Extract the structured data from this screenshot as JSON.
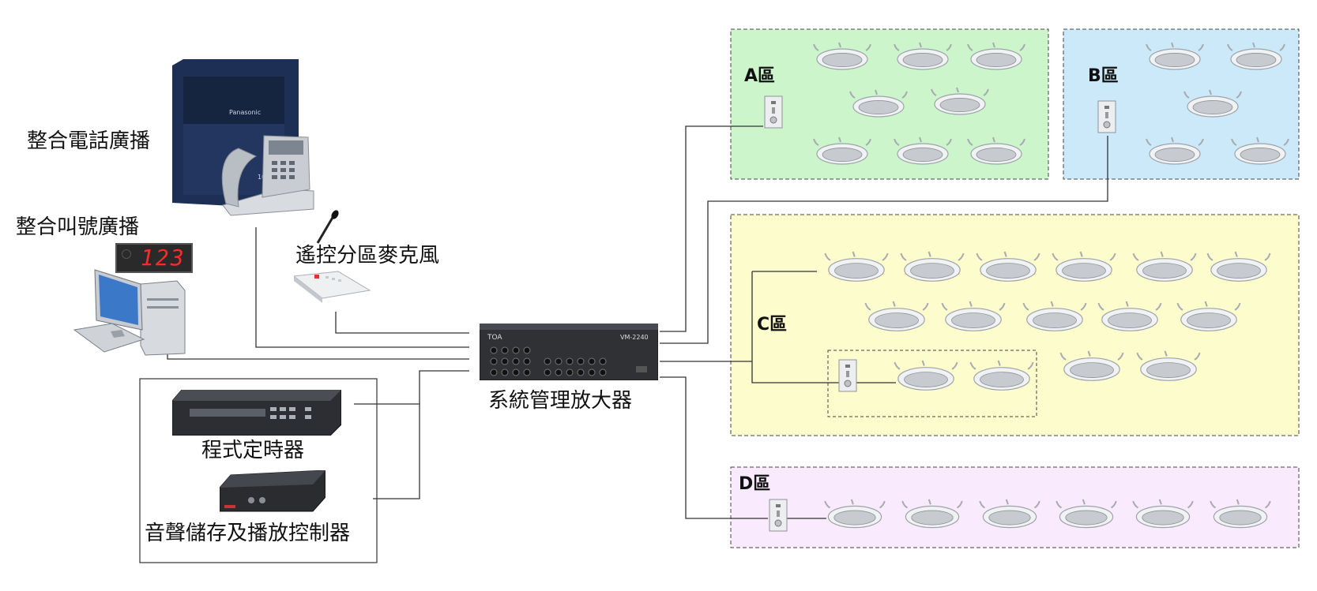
{
  "labels": {
    "phone_broadcast": "整合電話廣播",
    "queue_broadcast": "整合叫號廣播",
    "remote_mic": "遙控分區麥克風",
    "amplifier": "系統管理放大器",
    "timer": "程式定時器",
    "audio_controller": "音聲儲存及播放控制器"
  },
  "device_text": {
    "pbx_brand": "Panasonic",
    "counter_display": "123",
    "amp_brand": "TOA",
    "amp_model": "VM-2240"
  },
  "zones": [
    {
      "id": "A",
      "label": "A區",
      "color": "#ccf5cc"
    },
    {
      "id": "B",
      "label": "B區",
      "color": "#cce9f9"
    },
    {
      "id": "C",
      "label": "C區",
      "color": "#fdfccc"
    },
    {
      "id": "D",
      "label": "D區",
      "color": "#f9eafd"
    }
  ],
  "colors": {
    "wire": "#333333",
    "zone_border": "#444444",
    "counter_digits": "#ff2a2a",
    "pbx_body": "#1d2f55"
  }
}
